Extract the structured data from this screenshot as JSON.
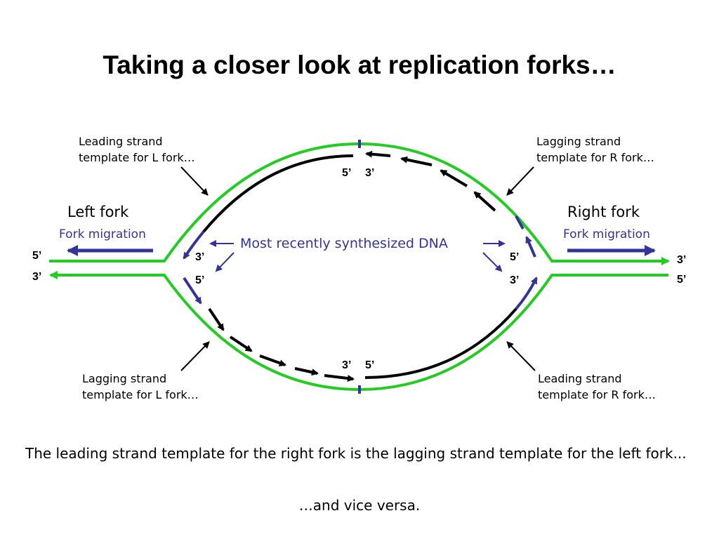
{
  "title": "Taking a closer look at replication forks…",
  "annotations": {
    "leading_L": [
      "Leading strand",
      "template for L fork…"
    ],
    "lagging_R": [
      "Lagging strand",
      "template for R fork…"
    ],
    "lagging_L": [
      "Lagging strand",
      "template for L fork…"
    ],
    "leading_R": [
      "Leading strand",
      "template for R fork…"
    ]
  },
  "left_fork": {
    "label": "Left fork",
    "migration": "Fork migration"
  },
  "right_fork": {
    "label": "Right fork",
    "migration": "Fork migration"
  },
  "recent_dna": "Most recently synthesized DNA",
  "ends": {
    "far_left_top": "5’",
    "far_left_bottom": "3’",
    "far_right_top": "3’",
    "far_right_bottom": "5’",
    "inner_left_top": "3’",
    "inner_left_bottom": "5’",
    "inner_right_top": "5’",
    "inner_right_bottom": "3’",
    "top_center_left": "5’",
    "top_center_right": "3’",
    "bottom_center_left": "3’",
    "bottom_center_right": "5’"
  },
  "caption": "The leading strand template for the right fork is the lagging strand template for the left fork...",
  "caption_2": "…and vice versa.",
  "colors": {
    "template": "#22cc22",
    "new_strand": "#000000",
    "recent": "#333399"
  }
}
